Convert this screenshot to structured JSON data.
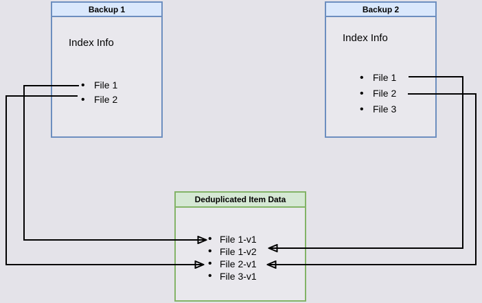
{
  "diagram": {
    "backup1": {
      "title": "Backup 1",
      "subtitle": "Index Info",
      "items": [
        "File 1",
        "File 2"
      ]
    },
    "backup2": {
      "title": "Backup 2",
      "subtitle": "Index Info",
      "items": [
        "File 1",
        "File 2",
        "File 3"
      ]
    },
    "dedup": {
      "title": "Deduplicated Item Data",
      "items": [
        "File 1-v1",
        "File 1-v2",
        "File 2-v1",
        "File 3-v1"
      ]
    },
    "connections": [
      {
        "from": "Backup 1 / File 1",
        "to": "File 1-v1"
      },
      {
        "from": "Backup 1 / File 2",
        "to": "File 2-v1"
      },
      {
        "from": "Backup 2 / File 1",
        "to": "File 1-v2"
      },
      {
        "from": "Backup 2 / File 2",
        "to": "File 2-v1"
      }
    ],
    "colors": {
      "background": "#e4e3e9",
      "box_fill": "#e9e8ed",
      "blue_header_fill": "#dae8fc",
      "blue_border": "#6c8ebf",
      "green_header_fill": "#d5e8d4",
      "green_border": "#82b366",
      "connector": "#000000",
      "text": "#000000"
    }
  }
}
